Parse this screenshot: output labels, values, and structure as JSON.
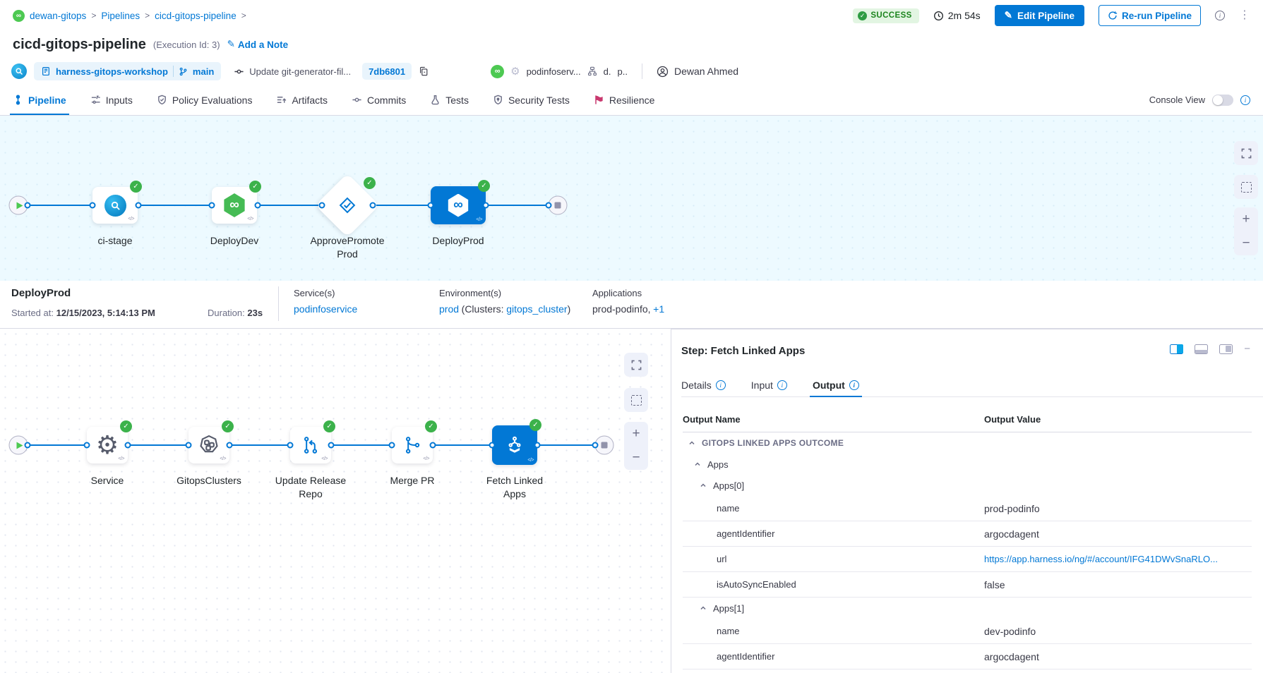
{
  "colors": {
    "accent": "#0278d5",
    "success_green": "#3cb24b",
    "canvas_blue": "#edfaff"
  },
  "breadcrumb": {
    "org": "dewan-gitops",
    "pipelines": "Pipelines",
    "pipeline": "cicd-gitops-pipeline",
    "sep": ">"
  },
  "topbar": {
    "status": "SUCCESS",
    "elapsed": "2m 54s",
    "edit": "Edit Pipeline",
    "rerun": "Re-run Pipeline"
  },
  "title": {
    "name": "cicd-gitops-pipeline",
    "execution": "(Execution Id: 3)",
    "add_note": "Add a Note"
  },
  "context": {
    "repo": "harness-gitops-workshop",
    "branch": "main",
    "commit_message": "Update git-generator-fil...",
    "commit_sha": "7db6801",
    "gitops_service": "podinfoserv...",
    "env_short": "d.",
    "cluster_short": "p..",
    "user": "Dewan Ahmed"
  },
  "tabbar": {
    "tabs": [
      {
        "label": "Pipeline"
      },
      {
        "label": "Inputs"
      },
      {
        "label": "Policy Evaluations"
      },
      {
        "label": "Artifacts"
      },
      {
        "label": "Commits"
      },
      {
        "label": "Tests"
      },
      {
        "label": "Security Tests"
      },
      {
        "label": "Resilience"
      }
    ],
    "console_label": "Console View"
  },
  "top_graph": {
    "stages": [
      "ci-stage",
      "DeployDev",
      "ApprovePromoteProd",
      "DeployProd"
    ]
  },
  "bottom_graph": {
    "steps": [
      "Service",
      "GitopsClusters",
      "Update Release Repo",
      "Merge PR",
      "Fetch Linked Apps"
    ]
  },
  "stage_summary": {
    "stage": "DeployProd",
    "started_label": "Started at:",
    "started_value": "12/15/2023, 5:14:13 PM",
    "duration_label": "Duration:",
    "duration_value": "23s",
    "services_label": "Service(s)",
    "service_link": "podinfoservice",
    "env_label": "Environment(s)",
    "env_link": "prod",
    "env_text": "(Clusters:",
    "env_cluster_link": "gitops_cluster",
    "env_close": ")",
    "apps_label": "Applications",
    "apps_value": "prod-podinfo,",
    "apps_more": "+1"
  },
  "step_panel": {
    "title": "Step: Fetch Linked Apps",
    "tabs": [
      {
        "label": "Details"
      },
      {
        "label": "Input"
      },
      {
        "label": "Output"
      }
    ],
    "columns": [
      "Output Name",
      "Output Value"
    ],
    "rows": [
      {
        "name": "GITOPS LINKED APPS OUTCOME",
        "value": ""
      },
      {
        "name": "Apps",
        "value": ""
      },
      {
        "name": "Apps[0]",
        "value": ""
      },
      {
        "name": "name",
        "value": "prod-podinfo"
      },
      {
        "name": "agentIdentifier",
        "value": "argocdagent"
      },
      {
        "name": "url",
        "value": "https://app.harness.io/ng/#/account/IFG41DWvSnaRLO..."
      },
      {
        "name": "isAutoSyncEnabled",
        "value": "false"
      },
      {
        "name": "Apps[1]",
        "value": ""
      },
      {
        "name": "name",
        "value": "dev-podinfo"
      },
      {
        "name": "agentIdentifier",
        "value": "argocdagent"
      }
    ]
  },
  "icons": {
    "infinity": "∞",
    "check": "✓",
    "kebab": "⋮",
    "plus": "+",
    "minus": "−",
    "pencil": "✎",
    "gear": "⚙"
  }
}
